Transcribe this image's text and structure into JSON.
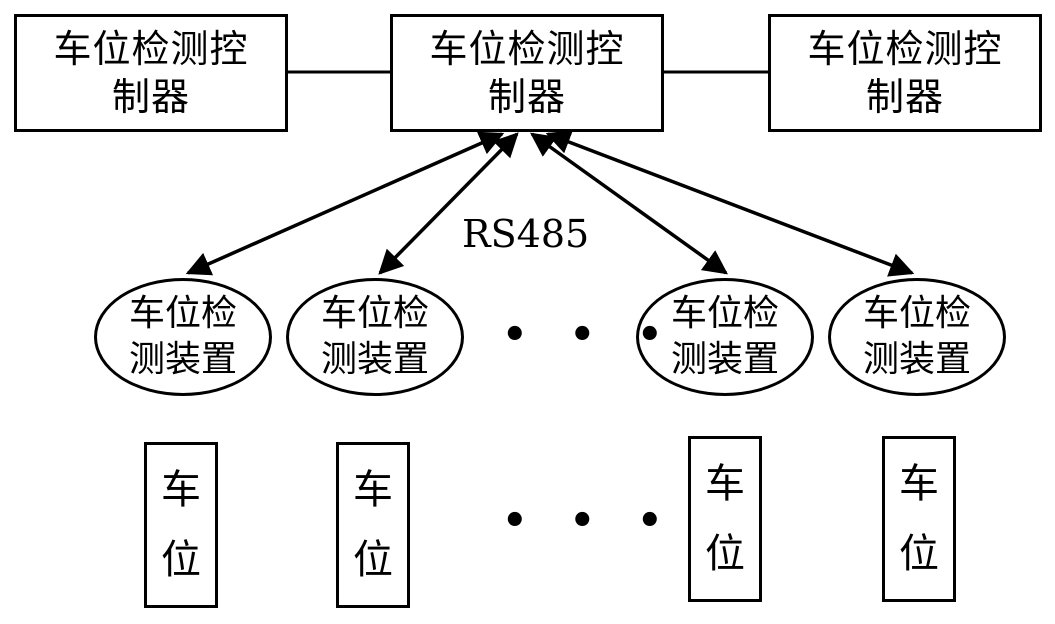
{
  "controllers": [
    {
      "line1": "车位检测控",
      "line2": "制器"
    },
    {
      "line1": "车位检测控",
      "line2": "制器"
    },
    {
      "line1": "车位检测控",
      "line2": "制器"
    }
  ],
  "bus_label": "RS485",
  "devices": [
    {
      "line1": "车位检",
      "line2": "测装置"
    },
    {
      "line1": "车位检",
      "line2": "测装置"
    },
    {
      "line1": "车位检",
      "line2": "测装置"
    },
    {
      "line1": "车位检",
      "line2": "测装置"
    }
  ],
  "parking_spots": [
    {
      "line1": "车",
      "line2": "位"
    },
    {
      "line1": "车",
      "line2": "位"
    },
    {
      "line1": "车",
      "line2": "位"
    },
    {
      "line1": "车",
      "line2": "位"
    }
  ],
  "ellipsis": "• • •"
}
